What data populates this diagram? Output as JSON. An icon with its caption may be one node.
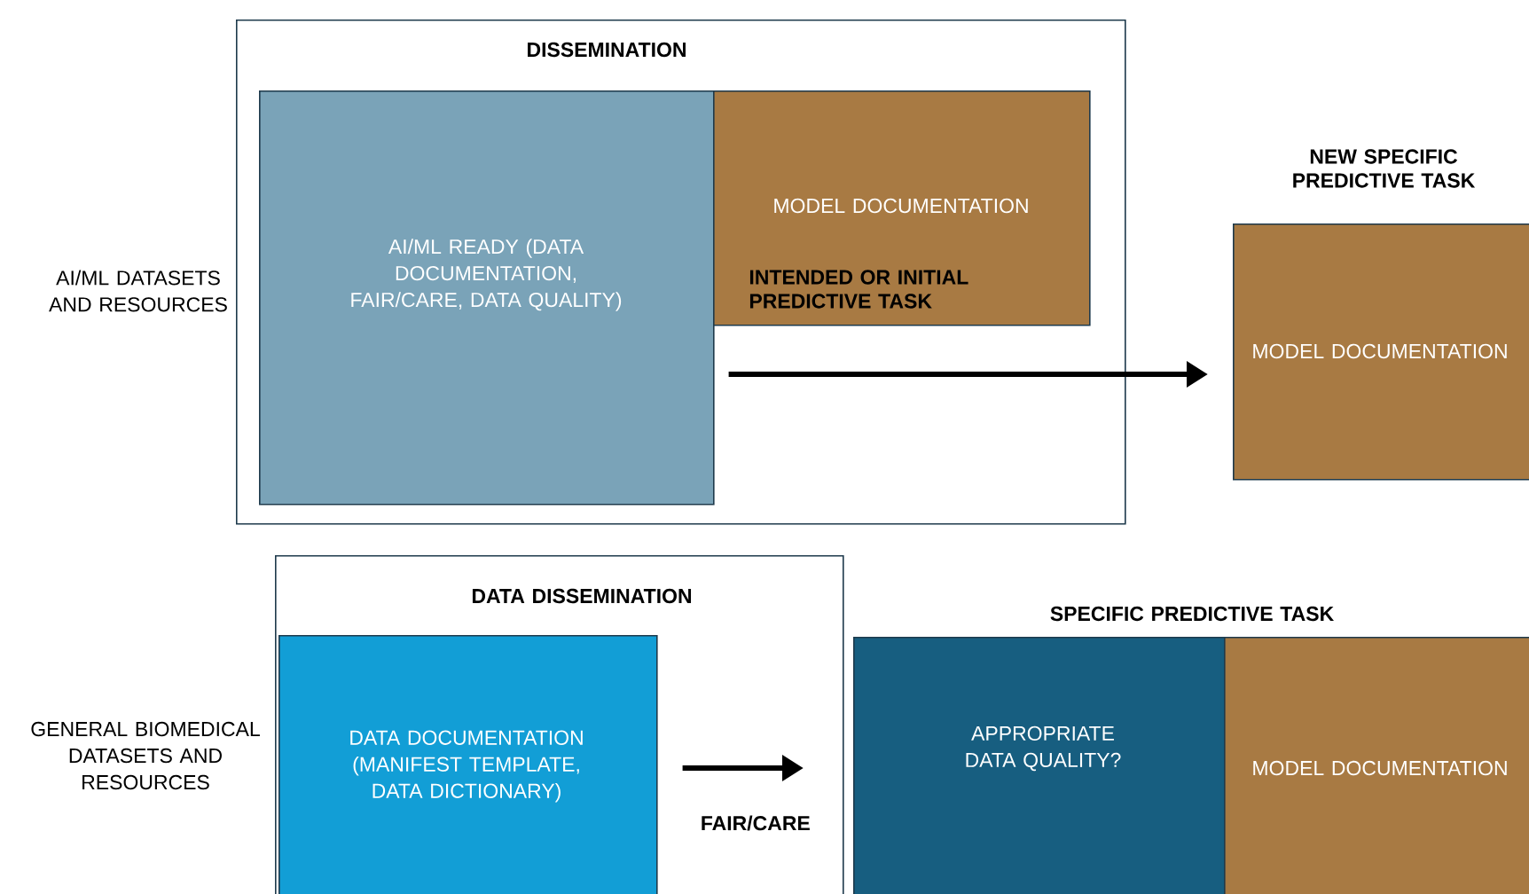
{
  "diagram": {
    "nodes": [
      {
        "text": [
          "DISSEMINATION"
        ]
      },
      {
        "text": [
          "AI/ML READY (DATA DOCUMENTATION, FAIR/CARE, DATA QUALITY)"
        ],
        "in": 0
      },
      {
        "text": [
          "MODEL DOCUMENTATION",
          "INTENDED OR INITIAL PREDICTIVE TASK"
        ],
        "in": 0
      },
      {
        "text": [
          "NEW SPECIFIC PREDICTIVE TASK",
          "MODEL DOCUMENTATION"
        ]
      },
      {
        "text": [
          "DATA DISSEMINATION"
        ]
      },
      {
        "text": [
          "DATA DOCUMENTATION (MANIFEST TEMPLATE, DATA DICTIONARY)"
        ],
        "in": 4
      },
      {
        "text": [
          "APPROPRIATE DATA QUALITY?"
        ]
      },
      {
        "text": [
          "MODEL DOCUMENTATION"
        ]
      }
    ],
    "edges": [
      {
        "from": 1,
        "to": 3,
        "arrow": "to"
      },
      {
        "from": 5,
        "to": 6,
        "arrow": "to",
        "label": "FAIR/CARE"
      }
    ],
    "labels": [
      "AI/ML DATASETS AND RESOURCES",
      "GENERAL BIOMEDICAL DATASETS AND RESOURCES",
      "SPECIFIC PREDICTIVE TASK"
    ]
  }
}
